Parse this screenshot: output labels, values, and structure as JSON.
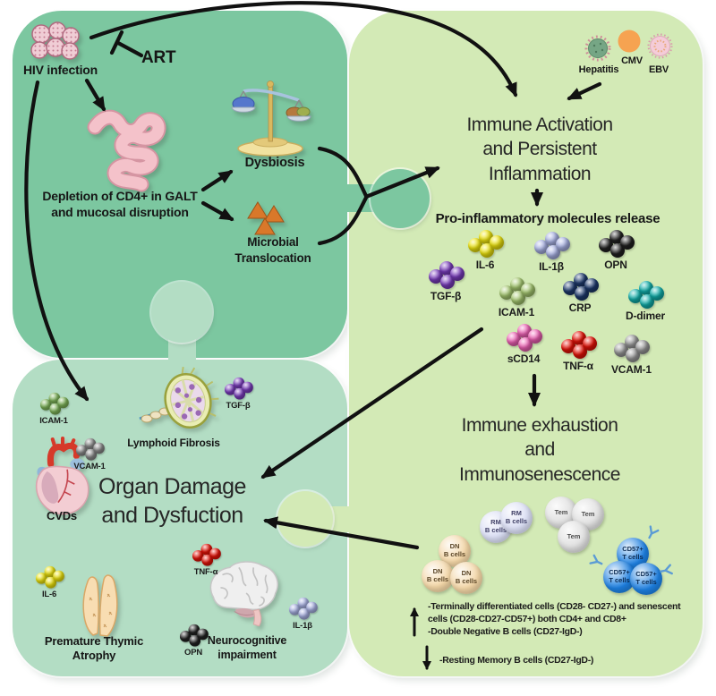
{
  "colors": {
    "piece_top_left": "#7cc7a0",
    "piece_bottom_left": "#b3ddc4",
    "piece_right": "#d3eab6",
    "arrow": "#111111"
  },
  "top_left": {
    "hiv_label": "HIV infection",
    "art_label": "ART",
    "depletion_lines": [
      "Depletion of CD4+ in GALT",
      "and mucosal disruption"
    ],
    "dysbiosis_label": "Dysbiosis",
    "microbial_lines": [
      "Microbial",
      "Translocation"
    ],
    "icons": [
      "hiv-virus-cluster-icon",
      "intestine-icon",
      "balance-scale-icon",
      "microbial-triangles-icon"
    ]
  },
  "right": {
    "viruses": [
      {
        "name": "Hepatitis",
        "color": "#76a685",
        "icon": "hepatitis-virus-icon"
      },
      {
        "name": "CMV",
        "color": "#f6a351",
        "icon": "cmv-virus-icon"
      },
      {
        "name": "EBV",
        "color": "#f2c3d3",
        "icon": "ebv-virus-icon"
      }
    ],
    "immune_activation_lines": [
      "Immune Activation",
      "and Persistent",
      "Inflammation"
    ],
    "pro_inflammatory_label": "Pro-inflammatory molecules release",
    "molecules": [
      {
        "label": "IL-6",
        "color": "#f0e60e"
      },
      {
        "label": "IL-1β",
        "color": "#aab3e6"
      },
      {
        "label": "OPN",
        "color": "#222222"
      },
      {
        "label": "TGF-β",
        "color": "#7b3dbf"
      },
      {
        "label": "ICAM-1",
        "color": "#a8cb72"
      },
      {
        "label": "CRP",
        "color": "#1e3a6e"
      },
      {
        "label": "D-dimer",
        "color": "#12b2ae"
      },
      {
        "label": "sCD14",
        "color": "#f263b8"
      },
      {
        "label": "TNF-α",
        "color": "#e81208"
      },
      {
        "label": "VCAM-1",
        "color": "#9b9b9b"
      }
    ],
    "immune_exhaustion_lines": [
      "Immune exhaustion",
      "and",
      "Immunosenescence"
    ],
    "cells": [
      {
        "line1": "DN",
        "line2": "B cells",
        "color": "#f3d6a6",
        "text": "#5a4526"
      },
      {
        "line1": "RM",
        "line2": "B cells",
        "color": "#dadef4",
        "text": "#3f3f66"
      },
      {
        "line1": "Tem",
        "line2": "",
        "color": "#dedede",
        "text": "#4f4f4f"
      },
      {
        "line1": "CD57+",
        "line2": "T cells",
        "color": "#1d7fe0",
        "text": "#0a2a52"
      }
    ],
    "legend": {
      "up_lines": [
        "-Terminally differentiated cells (CD28- CD27-) and senescent",
        "cells (CD28-CD27-CD57+) both CD4+ and CD8+",
        "-Double Negative B cells (CD27-IgD-)"
      ],
      "down_lines": [
        "-Resting Memory B cells (CD27-IgD-)"
      ]
    }
  },
  "bottom_left": {
    "organ_damage_lines": [
      "Organ Damage",
      "and Dysfuction"
    ],
    "cvds_label": "CVDs",
    "lymphoid_label": "Lymphoid Fibrosis",
    "thymic_lines": [
      "Premature Thymic",
      "Atrophy"
    ],
    "neuro_lines": [
      "Neurocognitive",
      "impairment"
    ],
    "molecules": [
      {
        "label": "ICAM-1",
        "color": "#7fb65a"
      },
      {
        "label": "VCAM-1",
        "color": "#8a8a8a"
      },
      {
        "label": "TGF-β",
        "color": "#7b3dbf"
      },
      {
        "label": "IL-6",
        "color": "#f0e60e"
      },
      {
        "label": "TNF-α",
        "color": "#e81208"
      },
      {
        "label": "OPN",
        "color": "#222222"
      },
      {
        "label": "IL-1β",
        "color": "#aab3e6"
      }
    ],
    "icons": [
      "heart-icon",
      "lymph-node-icon",
      "thymus-icon",
      "brain-icon"
    ]
  }
}
